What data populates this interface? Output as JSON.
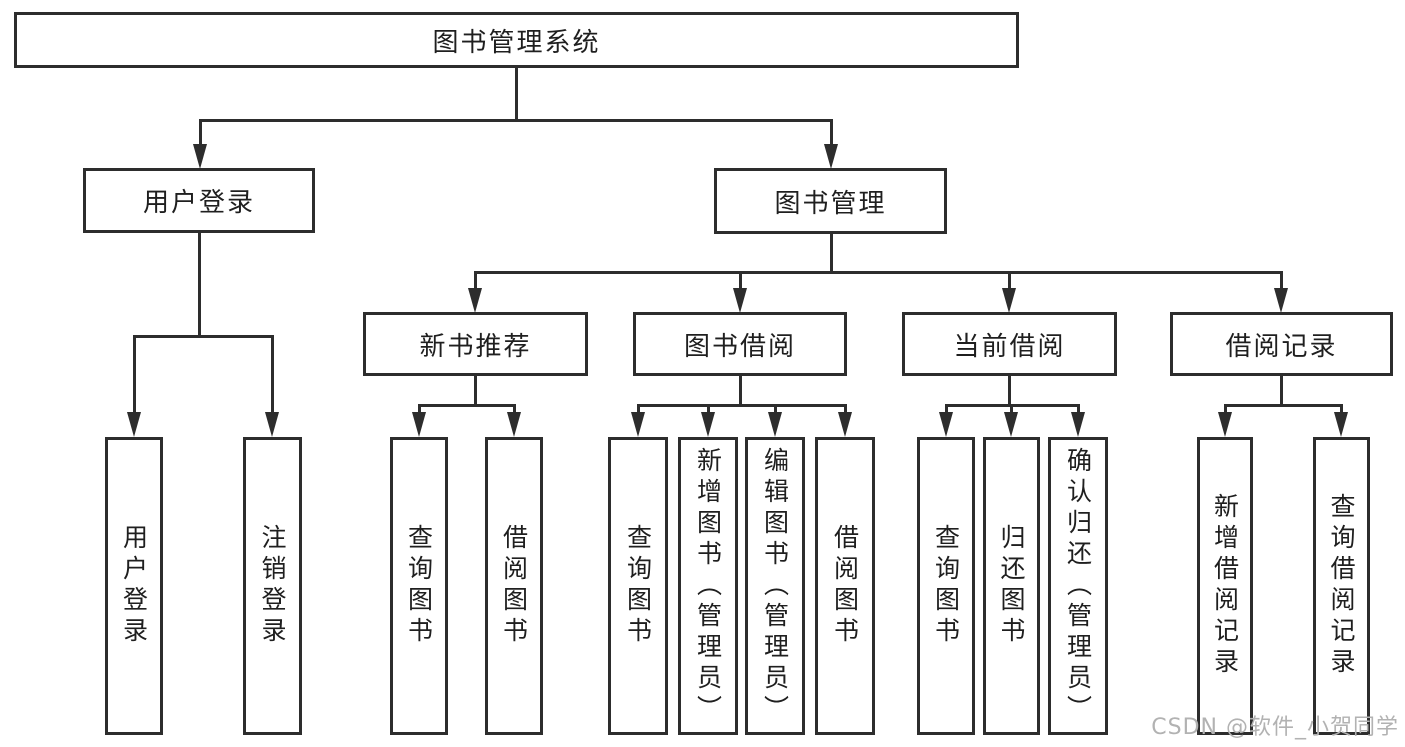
{
  "diagram": {
    "root": {
      "label": "图书管理系统"
    },
    "level2": [
      {
        "label": "用户登录"
      },
      {
        "label": "图书管理"
      }
    ],
    "level3": [
      {
        "label": "新书推荐"
      },
      {
        "label": "图书借阅"
      },
      {
        "label": "当前借阅"
      },
      {
        "label": "借阅记录"
      }
    ],
    "leaves": {
      "user_login": [
        {
          "label": "用户登录"
        },
        {
          "label": "注销登录"
        }
      ],
      "new_book": [
        {
          "label": "查询图书"
        },
        {
          "label": "借阅图书"
        }
      ],
      "book_borrow": [
        {
          "label": "查询图书"
        },
        {
          "label": "新增图书（管理员）"
        },
        {
          "label": "编辑图书（管理员）"
        },
        {
          "label": "借阅图书"
        }
      ],
      "current_borrow": [
        {
          "label": "查询图书"
        },
        {
          "label": "归还图书"
        },
        {
          "label": "确认归还（管理员）"
        }
      ],
      "borrow_record": [
        {
          "label": "新增借阅记录"
        },
        {
          "label": "查询借阅记录"
        }
      ]
    }
  },
  "watermark": {
    "text": "CSDN @软件_小贺同学"
  },
  "colors": {
    "line": "#2d2d2d",
    "background": "#ffffff",
    "text": "#1f1f1f",
    "watermark": "#b2b2b2"
  }
}
